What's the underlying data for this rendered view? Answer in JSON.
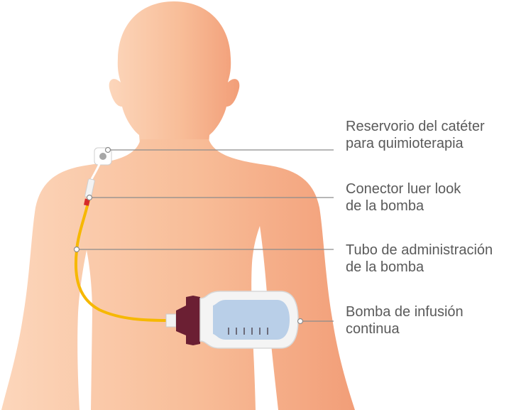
{
  "labels": [
    {
      "id": "reservoir",
      "line1": "Reservorio del catéter",
      "line2": "para quimioterapia"
    },
    {
      "id": "connector",
      "line1": "Conector luer look",
      "line2": "de la bomba"
    },
    {
      "id": "tube",
      "line1": "Tubo de administración",
      "line2": "de la bomba"
    },
    {
      "id": "pump",
      "line1": "Bomba de infusión",
      "line2": "continua"
    }
  ],
  "colors": {
    "skin_light": "#fbd2b6",
    "skin_dark": "#f4a47d",
    "tube": "#f6b800",
    "pump_cap": "#6b1f33",
    "pump_fluid": "#b9cfe8",
    "connector_red": "#d52b2b",
    "leader_line": "#8c8c8c",
    "text": "#5a5a5a"
  },
  "icons": {
    "port": "chemotherapy-port-icon",
    "pump": "infusion-pump-icon"
  }
}
